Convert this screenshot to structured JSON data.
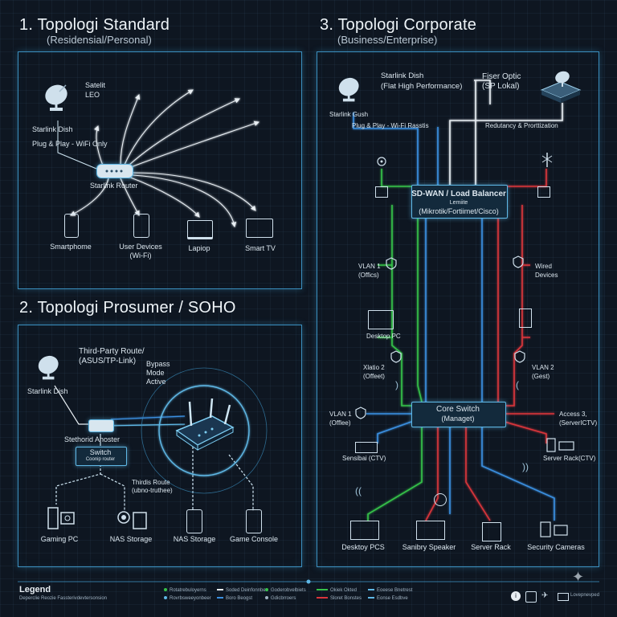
{
  "section1": {
    "title": "1. Topologi Standard",
    "subtitle": "(Residensial/Personal)",
    "satellite_label": "Satelit\nLEO",
    "dish_label": "Starlink Dish",
    "plug_play": "Plug & Play - WiFi Only",
    "router_label": "Starlink Router",
    "devices": [
      "Smartphome",
      "User Devices\n(Wi-Fi)",
      "Lapiop",
      "Smart TV"
    ]
  },
  "section2": {
    "title": "2. Topologi Prosumer / SOHO",
    "dish_label": "Starlink Dish",
    "third_party": "Third-Party Route/\n(ASUS/TP-Link)",
    "bypass": "Bypass\nMode\nActive",
    "adapter_label": "Stethorid Ahoster",
    "switch_label": "Switch",
    "switch_sub": "Coonip router",
    "thirdis_label": "Thirdis Route\n(ubno-truthee)",
    "devices": [
      "Gaming PC",
      "NAS Storage",
      "NAS Storage",
      "Game Console"
    ]
  },
  "section3": {
    "title": "3. Topologi Corporate",
    "subtitle": "(Business/Enterprise)",
    "starlink_top": "Starlink Dish\n(Flat High Performance)",
    "fiber": "Fiser Optic\n(SP Lokal)",
    "dish_label": "Starlink Gush",
    "plug_play": "Plug & Play - Wi-Fi Rasstis",
    "redundancy": "Redutancy & Prorttization",
    "sdwan_title": "SD-WAN / Load Balancer",
    "sdwan_sub1": "Lemiite",
    "sdwan_sub2": "(Mikrotik/Fortiimet/Cisco)",
    "vlan_offices": "VLAN 1\n(Offics)",
    "wired": "Wired\nDevices",
    "desktop_pc": "Desktop PC",
    "vlan2_left": "Xlatio 2\n(Offeet)",
    "vlan2_right": "VLAN 2\n(Gest)",
    "core_title": "Core Switch",
    "core_sub": "(Managet)",
    "vlan1_office": "VLAN 1\n(Offlee)",
    "access3": "Access 3,\n(ServerICTV)",
    "sensor": "Sensibai (CTV)",
    "server_rack_ctv": "Server Rack(CTV)",
    "bottom_devices": [
      "Desktoy PCS",
      "Sanibry Speaker",
      "Server Rack",
      "Security Cameras"
    ]
  },
  "legend": {
    "title": "Legend",
    "sub": "Deperclie Reozie Fassterivdevtersonsion",
    "items": [
      "Rotatrebuloyerns",
      "Rovrbsweeyonbeer",
      "Soded  Deinfonnbes",
      "Boro Beogst",
      "Goderobvelbiets",
      "Gdicbrroers",
      "Okiek Okted",
      "Sloret Bonstes",
      "Eoeese Bnetrest",
      "Eonse Esdbve"
    ],
    "icon_right": "Lovepnevped"
  },
  "colors": {
    "wire_white": "#e8eef3",
    "wire_blue": "#3a8fe0",
    "wire_green": "#36c24a",
    "wire_red": "#d9353b",
    "panel_border": "#3b8fbf"
  }
}
